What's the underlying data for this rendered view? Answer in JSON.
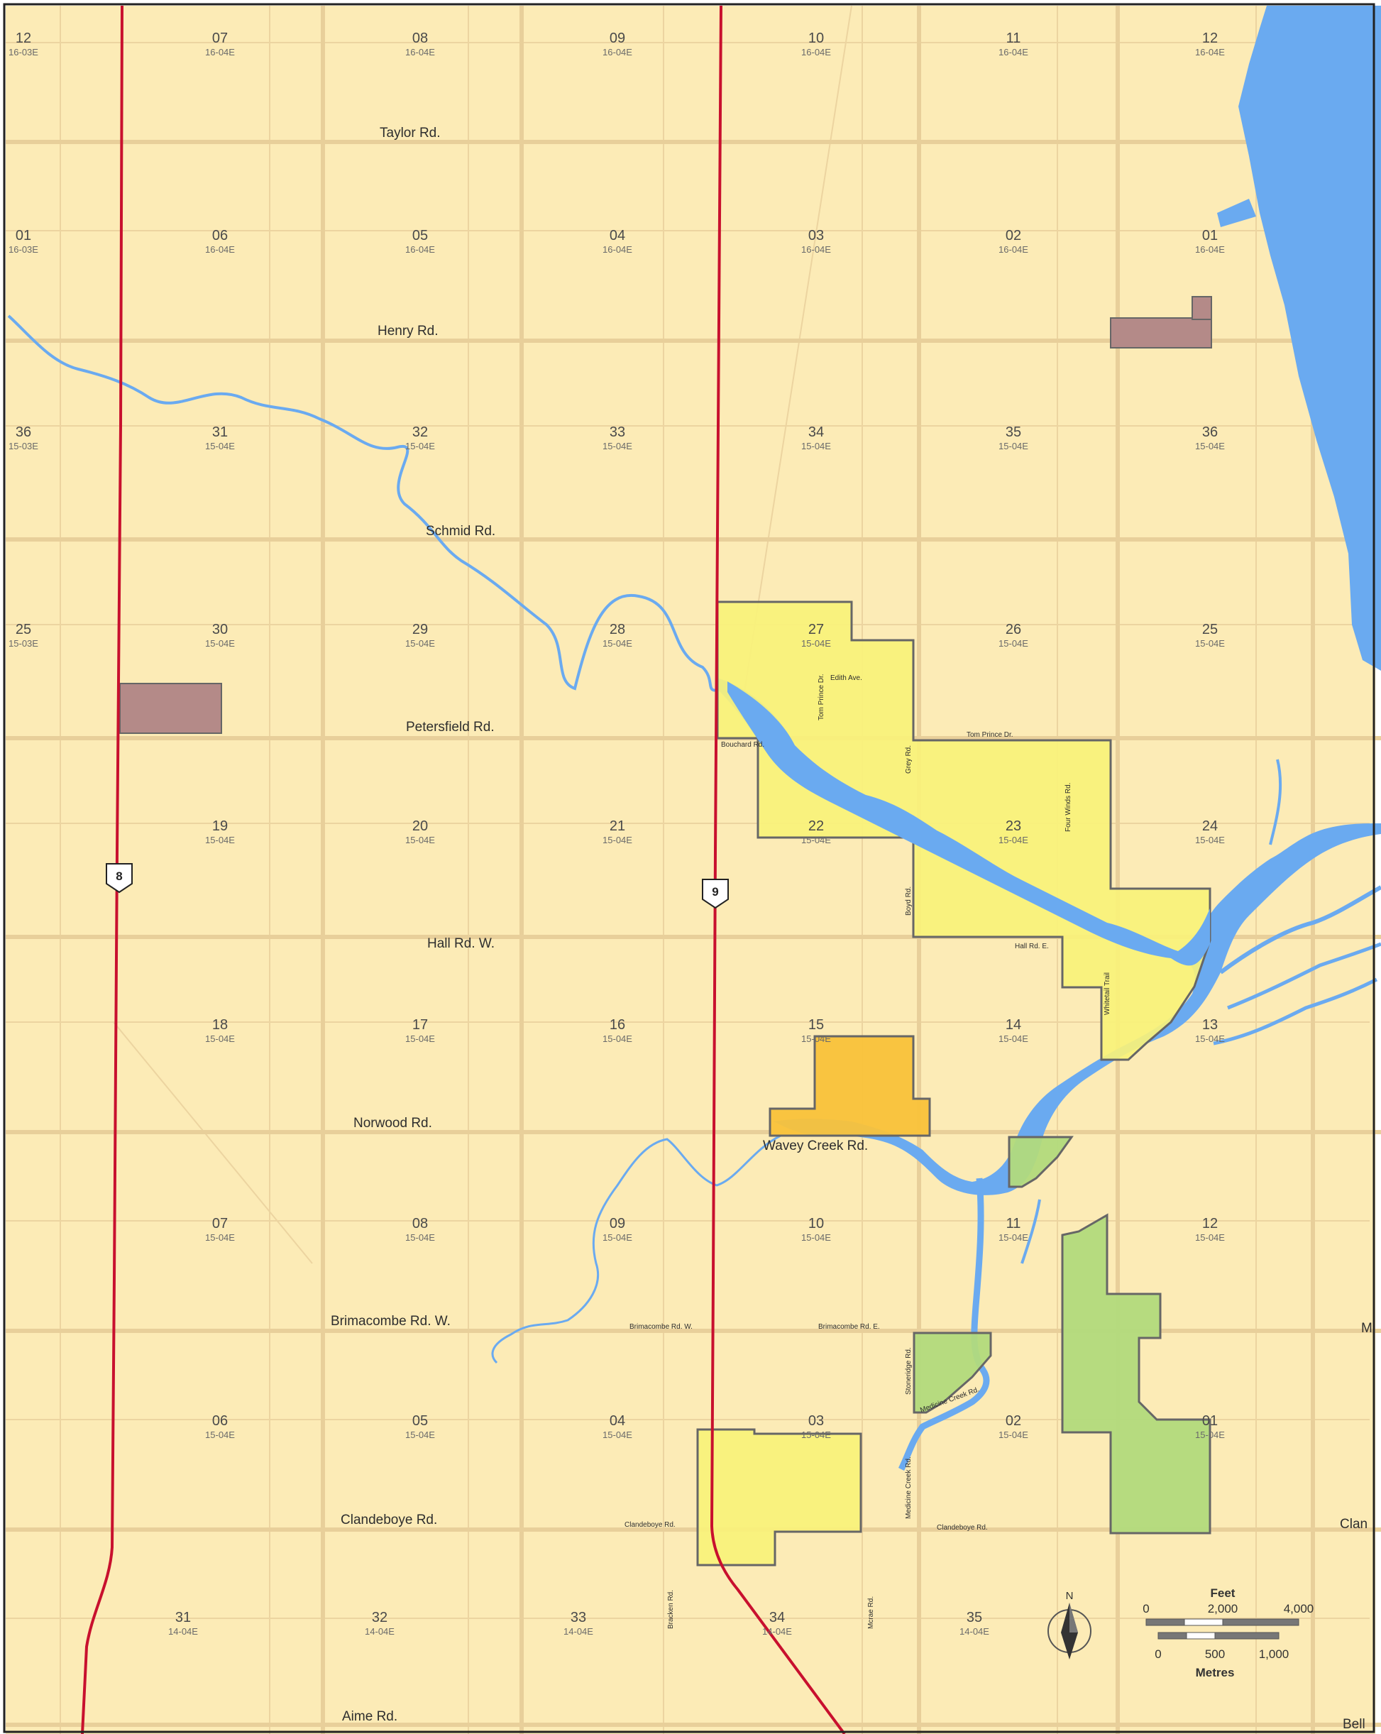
{
  "highways": [
    {
      "number": "8"
    },
    {
      "number": "9"
    }
  ],
  "roads": [
    "Taylor Rd.",
    "Henry Rd.",
    "Schmid Rd.",
    "Petersfield Rd.",
    "Hall Rd. W.",
    "Norwood Rd.",
    "Wavey Creek Rd.",
    "Brimacombe Rd. W.",
    "Clandeboye Rd.",
    "Aime Rd."
  ],
  "small_road_labels": [
    "Tom Prince Dr.",
    "Edith Ave.",
    "Tom Prince Dr.",
    "Bouchard Rd.",
    "Grey Rd.",
    "Four Winds Rd.",
    "Boyd Rd.",
    "Hall Rd. E.",
    "Whitetail Trail",
    "Brimacombe Rd. W.",
    "Brimacombe Rd. E.",
    "Stoneridge Rd.",
    "Medicine Creek Rd.",
    "Medicine Creek Rd.",
    "Clandeboye Rd.",
    "Clandeboye Rd.",
    "Bracken Rd.",
    "Mcrae Rd."
  ],
  "edge_labels": [
    "Clan",
    "Bell",
    "M"
  ],
  "sections": [
    {
      "num": "12",
      "twp": "16-03E"
    },
    {
      "num": "07",
      "twp": "16-04E"
    },
    {
      "num": "08",
      "twp": "16-04E"
    },
    {
      "num": "09",
      "twp": "16-04E"
    },
    {
      "num": "10",
      "twp": "16-04E"
    },
    {
      "num": "11",
      "twp": "16-04E"
    },
    {
      "num": "12",
      "twp": "16-04E"
    },
    {
      "num": "01",
      "twp": "16-03E"
    },
    {
      "num": "06",
      "twp": "16-04E"
    },
    {
      "num": "05",
      "twp": "16-04E"
    },
    {
      "num": "04",
      "twp": "16-04E"
    },
    {
      "num": "03",
      "twp": "16-04E"
    },
    {
      "num": "02",
      "twp": "16-04E"
    },
    {
      "num": "01",
      "twp": "16-04E"
    },
    {
      "num": "36",
      "twp": "15-03E"
    },
    {
      "num": "31",
      "twp": "15-04E"
    },
    {
      "num": "32",
      "twp": "15-04E"
    },
    {
      "num": "33",
      "twp": "15-04E"
    },
    {
      "num": "34",
      "twp": "15-04E"
    },
    {
      "num": "35",
      "twp": "15-04E"
    },
    {
      "num": "36",
      "twp": "15-04E"
    },
    {
      "num": "25",
      "twp": "15-03E"
    },
    {
      "num": "30",
      "twp": "15-04E"
    },
    {
      "num": "29",
      "twp": "15-04E"
    },
    {
      "num": "28",
      "twp": "15-04E"
    },
    {
      "num": "27",
      "twp": "15-04E"
    },
    {
      "num": "26",
      "twp": "15-04E"
    },
    {
      "num": "25",
      "twp": "15-04E"
    },
    {
      "num": "19",
      "twp": "15-04E"
    },
    {
      "num": "20",
      "twp": "15-04E"
    },
    {
      "num": "21",
      "twp": "15-04E"
    },
    {
      "num": "22",
      "twp": "15-04E"
    },
    {
      "num": "23",
      "twp": "15-04E"
    },
    {
      "num": "24",
      "twp": "15-04E"
    },
    {
      "num": "18",
      "twp": "15-04E"
    },
    {
      "num": "17",
      "twp": "15-04E"
    },
    {
      "num": "16",
      "twp": "15-04E"
    },
    {
      "num": "15",
      "twp": "15-04E"
    },
    {
      "num": "14",
      "twp": "15-04E"
    },
    {
      "num": "13",
      "twp": "15-04E"
    },
    {
      "num": "07",
      "twp": "15-04E"
    },
    {
      "num": "08",
      "twp": "15-04E"
    },
    {
      "num": "09",
      "twp": "15-04E"
    },
    {
      "num": "10",
      "twp": "15-04E"
    },
    {
      "num": "11",
      "twp": "15-04E"
    },
    {
      "num": "12",
      "twp": "15-04E"
    },
    {
      "num": "06",
      "twp": "15-04E"
    },
    {
      "num": "05",
      "twp": "15-04E"
    },
    {
      "num": "04",
      "twp": "15-04E"
    },
    {
      "num": "03",
      "twp": "15-04E"
    },
    {
      "num": "02",
      "twp": "15-04E"
    },
    {
      "num": "01",
      "twp": "15-04E"
    },
    {
      "num": "31",
      "twp": "14-04E"
    },
    {
      "num": "32",
      "twp": "14-04E"
    },
    {
      "num": "33",
      "twp": "14-04E"
    },
    {
      "num": "34",
      "twp": "14-04E"
    },
    {
      "num": "35",
      "twp": "14-04E"
    }
  ],
  "scale_bar": {
    "feet_unit": "Feet",
    "feet_ticks": [
      "0",
      "2,000",
      "4,000"
    ],
    "metres_unit": "Metres",
    "metres_ticks": [
      "0",
      "500",
      "1,000"
    ]
  },
  "north_arrow": {
    "label": "N"
  },
  "colors": {
    "land": "#fcebb6",
    "road": "#e8cf9a",
    "water": "#6aaaf0",
    "highway": "#c8102e",
    "zone_yellow": "#f8f27a",
    "zone_orange": "#f9c23a",
    "zone_green": "#b2da7c",
    "zone_maroon": "#b48a88"
  }
}
